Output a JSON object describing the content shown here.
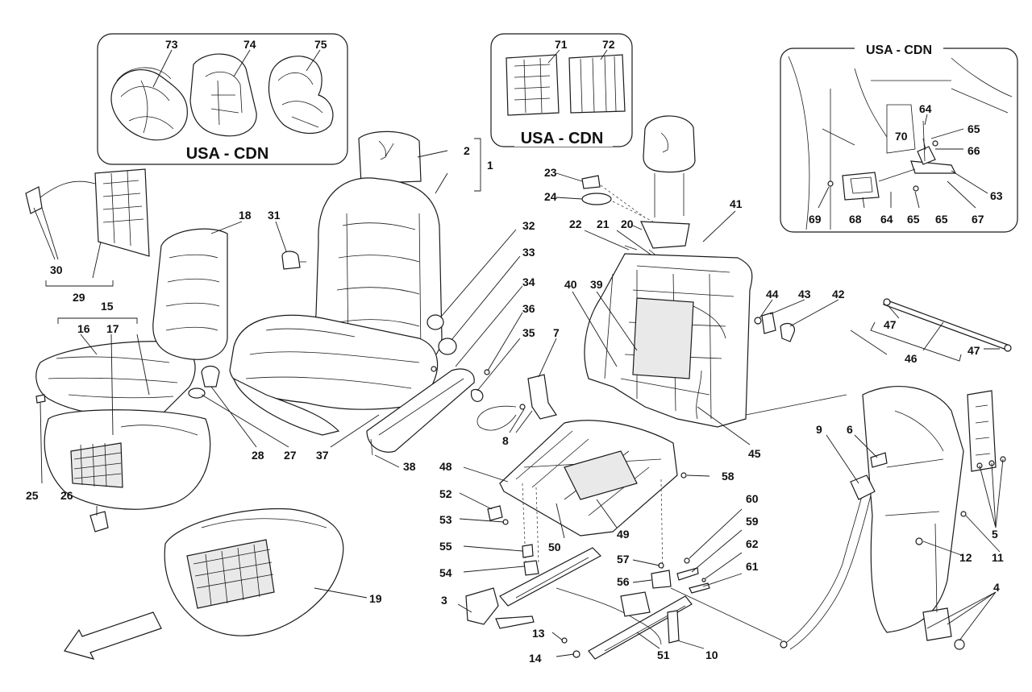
{
  "insets": {
    "child_seats_title": "USA - CDN",
    "mats_title": "USA - CDN",
    "harness_title": "USA - CDN"
  },
  "callouts": {
    "c1": "1",
    "c2": "2",
    "c3": "3",
    "c4": "4",
    "c5": "5",
    "c6": "6",
    "c7": "7",
    "c8": "8",
    "c9": "9",
    "c10": "10",
    "c11": "11",
    "c12": "12",
    "c13": "13",
    "c14": "14",
    "c15": "15",
    "c16": "16",
    "c17": "17",
    "c18": "18",
    "c19": "19",
    "c20": "20",
    "c21": "21",
    "c22": "22",
    "c23": "23",
    "c24": "24",
    "c25": "25",
    "c26": "26",
    "c27": "27",
    "c28": "28",
    "c29": "29",
    "c30": "30",
    "c31": "31",
    "c32": "32",
    "c33": "33",
    "c34": "34",
    "c35": "35",
    "c36": "36",
    "c37": "37",
    "c38": "38",
    "c39": "39",
    "c40": "40",
    "c41": "41",
    "c42": "42",
    "c43": "43",
    "c44": "44",
    "c45": "45",
    "c46": "46",
    "c47a": "47",
    "c47b": "47",
    "c48": "48",
    "c49": "49",
    "c50": "50",
    "c51": "51",
    "c52": "52",
    "c53": "53",
    "c54": "54",
    "c55": "55",
    "c56": "56",
    "c57": "57",
    "c58": "58",
    "c59": "59",
    "c60": "60",
    "c61": "61",
    "c62": "62",
    "c63": "63",
    "c64a": "64",
    "c64b": "64",
    "c65a": "65",
    "c65b": "65",
    "c65c": "65",
    "c66": "66",
    "c67": "67",
    "c68": "68",
    "c69": "69",
    "c70": "70",
    "c71": "71",
    "c72": "72",
    "c73": "73",
    "c74": "74",
    "c75": "75"
  }
}
